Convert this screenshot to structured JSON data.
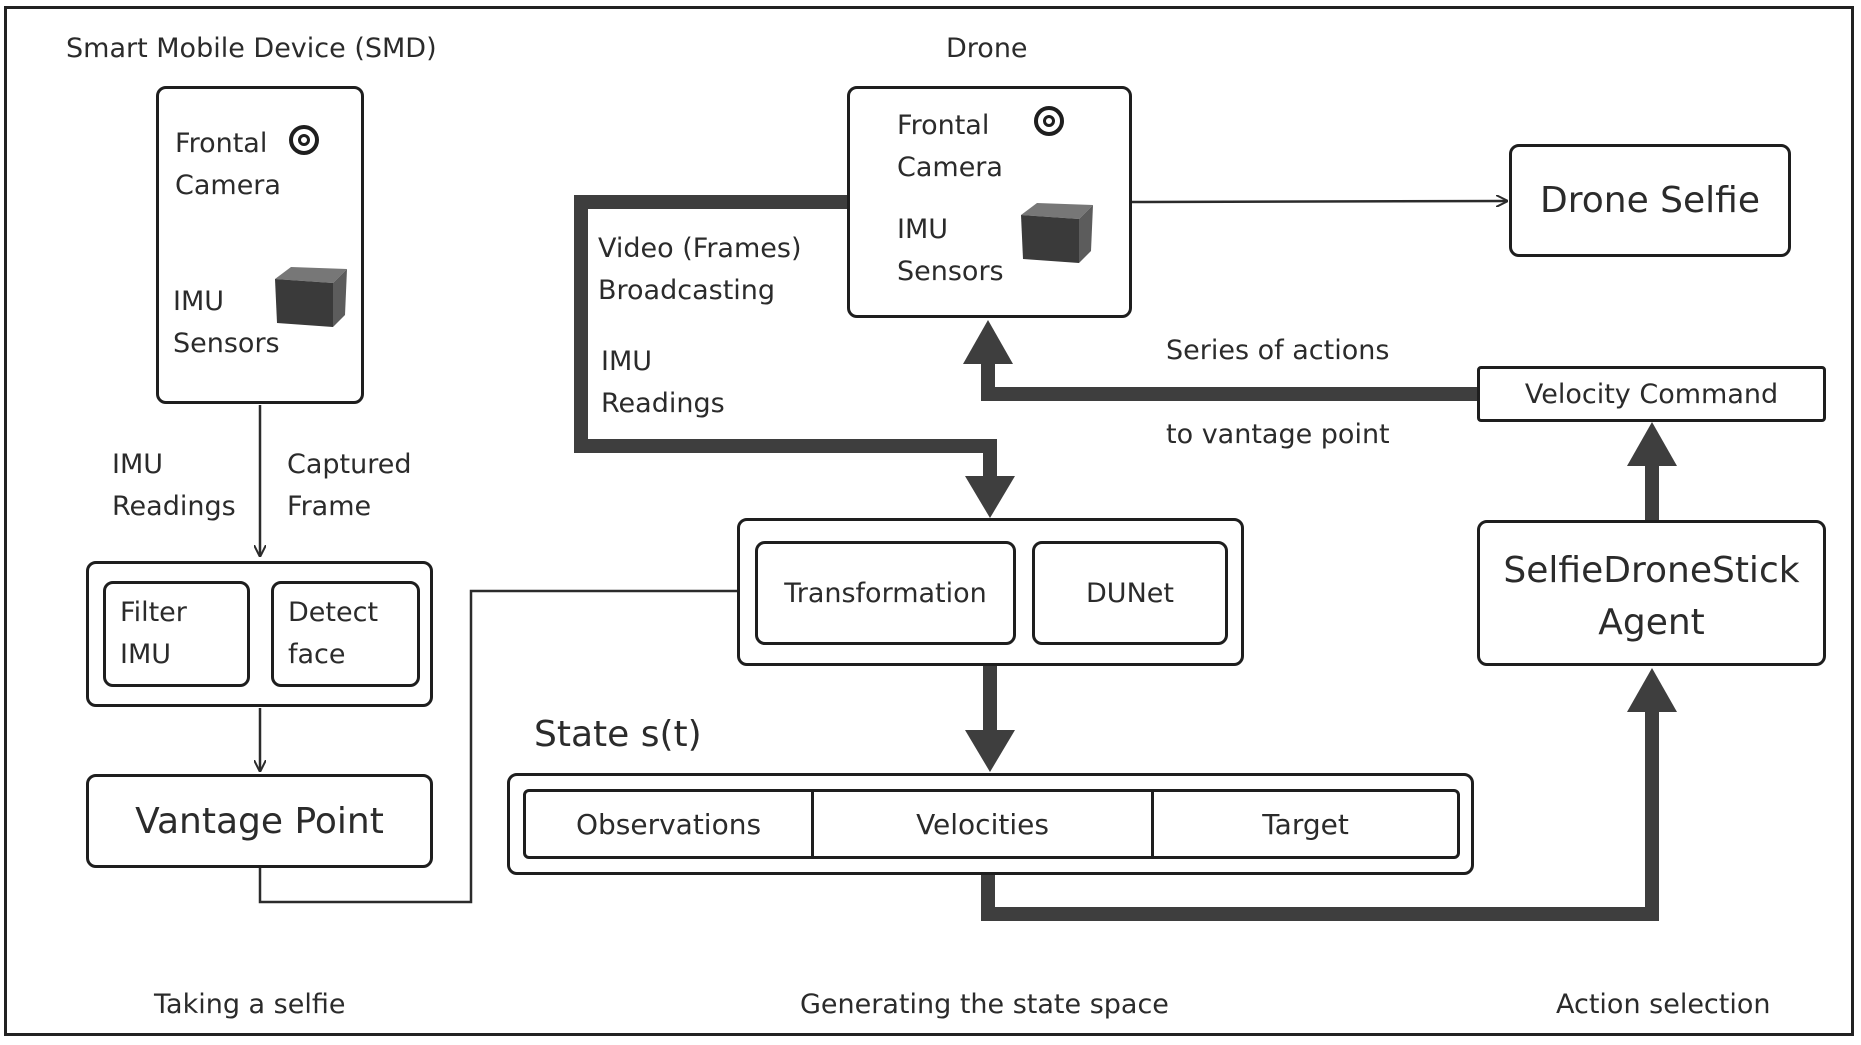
{
  "smd": {
    "title": "Smart Mobile Device (SMD)",
    "frontal_camera": "Frontal\nCamera",
    "imu_sensors": "IMU\nSensors",
    "imu_readings": "IMU\nReadings",
    "captured_frame": "Captured\nFrame",
    "filter_imu": "Filter\nIMU",
    "detect_face": "Detect\nface",
    "vantage_point": "Vantage Point"
  },
  "drone": {
    "title": "Drone",
    "frontal_camera": "Frontal\nCamera",
    "imu_sensors": "IMU\nSensors",
    "video_broadcasting": "Video (Frames)\nBroadcasting",
    "imu_readings": "IMU\nReadings",
    "drone_selfie": "Drone Selfie"
  },
  "processing": {
    "transformation": "Transformation",
    "dunet": "DUNet"
  },
  "state": {
    "title": "State s(t)",
    "cells": [
      "Observations",
      "Velocities",
      "Target"
    ]
  },
  "agent": {
    "velocity_command": "Velocity Command",
    "series_of_actions": "Series of actions",
    "to_vantage_point": "to vantage point",
    "agent_name": "SelfieDroneStick\nAgent"
  },
  "sections": {
    "taking_selfie": "Taking a selfie",
    "generating_state": "Generating the state space",
    "action_selection": "Action selection"
  },
  "colors": {
    "thick_arrow": "#3e3e3e",
    "thin_line": "#2b2b2b",
    "border": "#1e1e1e"
  },
  "icons": [
    "camera-lens-icon",
    "imu-cube-icon"
  ]
}
